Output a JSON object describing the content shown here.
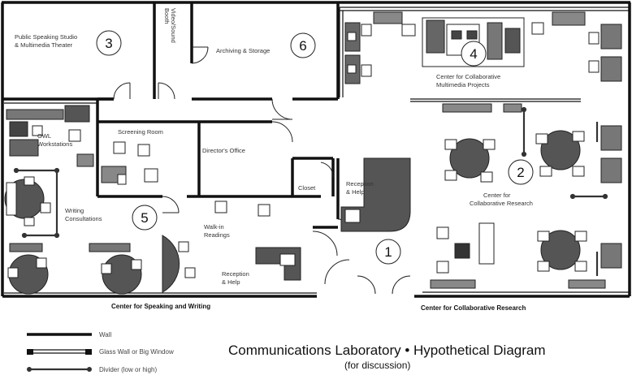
{
  "rooms": {
    "public_speaking": [
      "Public Speaking Studio",
      "& Multimedia Theater"
    ],
    "video_sound": [
      "Video/Sound",
      "Booth"
    ],
    "archiving": "Archiving & Storage",
    "collab_multimedia": [
      "Center for Collaborative",
      "Multimedia Projects"
    ],
    "owl": [
      "OWL",
      "Workstations"
    ],
    "screening": "Screening Room",
    "directors_office": "Director's Office",
    "closet": "Closet",
    "reception_help_right": [
      "Reception",
      "& Help"
    ],
    "collab_research": [
      "Center for",
      "Collaborative Research"
    ],
    "writing_consult": [
      "Writing",
      "Consultations"
    ],
    "walk_in": [
      "Walk-in",
      "Readings"
    ],
    "reception_help_left": [
      "Reception",
      "& Help"
    ]
  },
  "circle_numbers": {
    "n1": "1",
    "n2": "2",
    "n3": "3",
    "n4": "4",
    "n5": "5",
    "n6": "6"
  },
  "centers": {
    "speaking": "Center for Speaking and Writing",
    "research": "Center for Collaborative Research"
  },
  "legend": {
    "wall": "Wall",
    "glass": "Glass Wall or Big Window",
    "divider": "Divider (low or high)"
  },
  "title": {
    "main": "Communications Laboratory • Hypothetical Diagram",
    "sub": "(for discussion)"
  }
}
